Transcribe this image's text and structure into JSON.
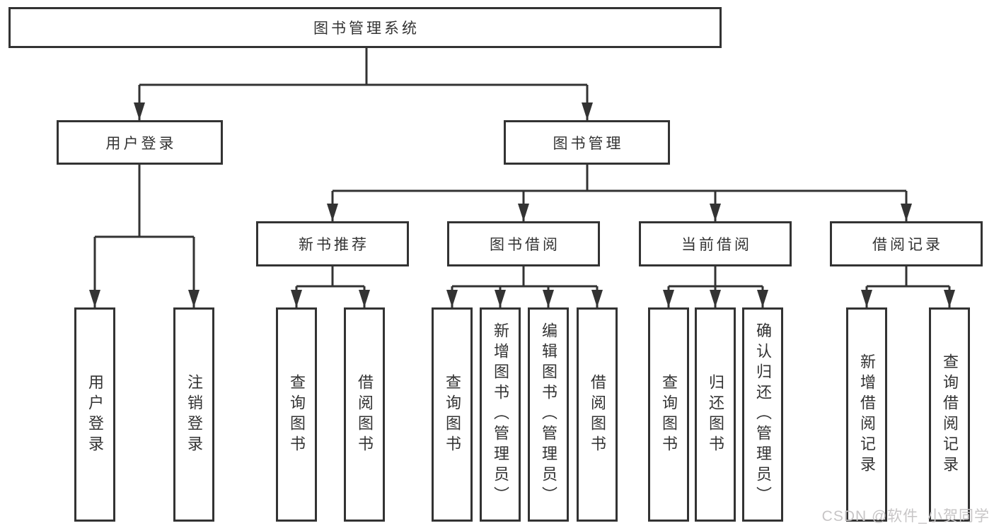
{
  "tree": {
    "root": {
      "label": "图书管理系统"
    },
    "branches": [
      {
        "label": "用户登录",
        "children": [
          {
            "label": "用户登录"
          },
          {
            "label": "注销登录"
          }
        ]
      },
      {
        "label": "图书管理",
        "children": [
          {
            "label": "新书推荐",
            "children": [
              {
                "label": "查询图书"
              },
              {
                "label": "借阅图书"
              }
            ]
          },
          {
            "label": "图书借阅",
            "children": [
              {
                "label": "查询图书"
              },
              {
                "label": "新增图书（管理员）"
              },
              {
                "label": "编辑图书（管理员）"
              },
              {
                "label": "借阅图书"
              }
            ]
          },
          {
            "label": "当前借阅",
            "children": [
              {
                "label": "查询图书"
              },
              {
                "label": "归还图书"
              },
              {
                "label": "确认归还（管理员）"
              }
            ]
          },
          {
            "label": "借阅记录",
            "children": [
              {
                "label": "新增借阅记录"
              },
              {
                "label": "查询借阅记录"
              }
            ]
          }
        ]
      }
    ]
  },
  "colors": {
    "line": "#333333",
    "text": "#333333",
    "watermark": "#c7c5c6",
    "background": "#ffffff"
  },
  "watermark": {
    "text": "CSDN @软件_小贺同学"
  }
}
